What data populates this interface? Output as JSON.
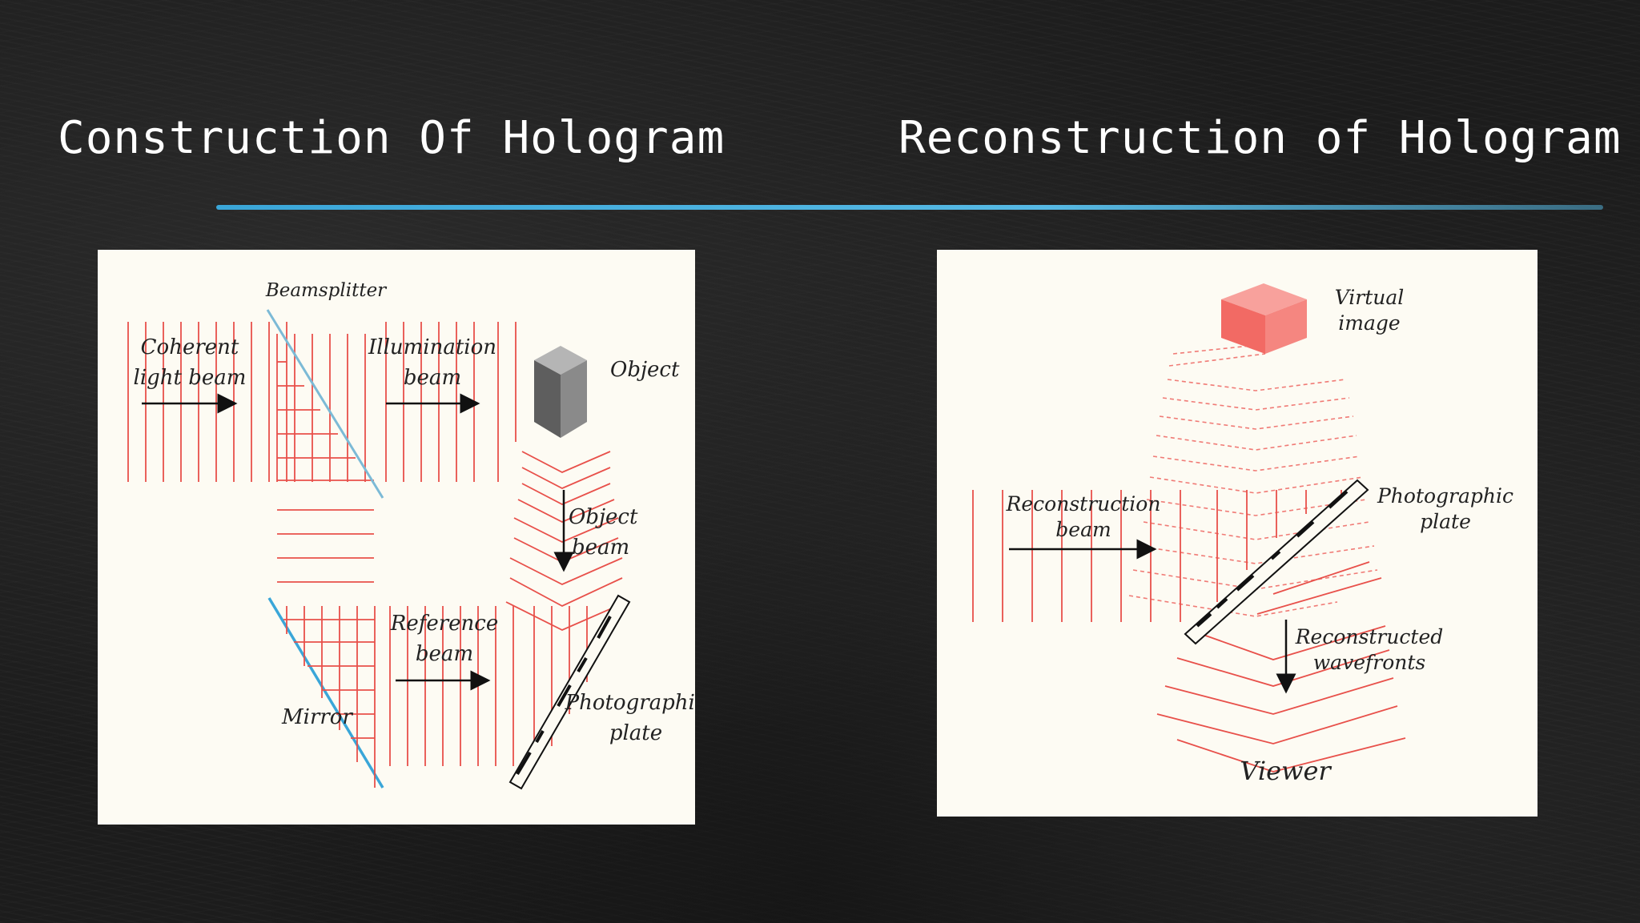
{
  "slide": {
    "title_left": "Construction Of Hologram",
    "title_right": "Reconstruction of Hologram"
  },
  "construction": {
    "beamsplitter": "Beamsplitter",
    "coherent_1": "Coherent",
    "coherent_2": "light beam",
    "illumination_1": "Illumination",
    "illumination_2": "beam",
    "object": "Object",
    "object_beam_1": "Object",
    "object_beam_2": "beam",
    "reference_1": "Reference",
    "reference_2": "beam",
    "mirror": "Mirror",
    "plate_1": "Photographic",
    "plate_2": "plate"
  },
  "reconstruction": {
    "virtual_1": "Virtual",
    "virtual_2": "image",
    "recon_beam_1": "Reconstruction",
    "recon_beam_2": "beam",
    "plate_1": "Photographic",
    "plate_2": "plate",
    "wavefronts_1": "Reconstructed",
    "wavefronts_2": "wavefronts",
    "viewer": "Viewer"
  },
  "colors": {
    "wave": "#e8504a",
    "mirror": "#3aa6d8",
    "accent_rule": "#46b0df",
    "cube_red": "#f26a64",
    "cube_gray": "#6e6e6e"
  }
}
